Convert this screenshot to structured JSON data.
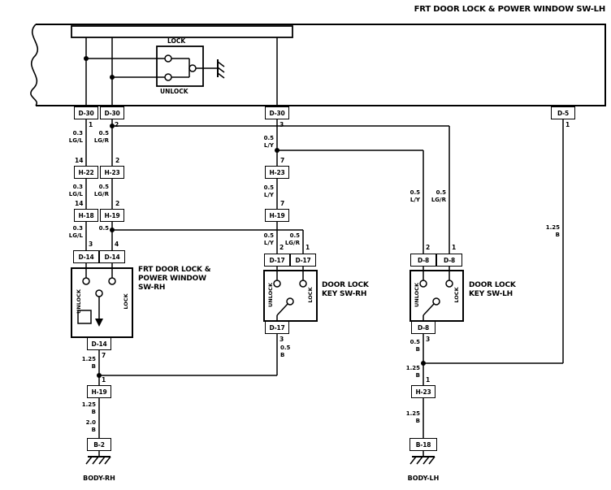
{
  "title": "FRT DOOR LOCK & POWER WINDOW SW-LH",
  "top_switch": {
    "lock_label": "LOCK",
    "unlock_label": "UNLOCK"
  },
  "connectors": {
    "d30_1": {
      "label": "D-30",
      "pin": "1"
    },
    "d30_2": {
      "label": "D-30",
      "pin": "2"
    },
    "d30_3": {
      "label": "D-30",
      "pin": "3"
    },
    "d5": {
      "label": "D-5",
      "pin": "1"
    },
    "h22": {
      "label": "H-22",
      "pin": "14"
    },
    "h23_a": {
      "label": "H-23",
      "pin": "2"
    },
    "h23_mid": {
      "label": "H-23",
      "pin": "7"
    },
    "h18": {
      "label": "H-18",
      "pin": "14"
    },
    "h19_a": {
      "label": "H-19",
      "pin": "2"
    },
    "h19_mid": {
      "label": "H-19",
      "pin": "7"
    },
    "d14_l": {
      "label": "D-14",
      "pin": "3"
    },
    "d14_r": {
      "label": "D-14",
      "pin": "4"
    },
    "d17_l": {
      "label": "D-17",
      "pin": "2"
    },
    "d17_r": {
      "label": "D-17",
      "pin": "1"
    },
    "d8_l": {
      "label": "D-8",
      "pin": "2"
    },
    "d8_r": {
      "label": "D-8",
      "pin": "1"
    },
    "d14_b": {
      "label": "D-14",
      "pin": "7"
    },
    "d17_b": {
      "label": "D-17",
      "pin": "3"
    },
    "d8_b": {
      "label": "D-8",
      "pin": "3"
    },
    "h19_b": {
      "label": "H-19",
      "pin": "1"
    },
    "h23_b": {
      "label": "H-23",
      "pin": "1"
    },
    "b2": {
      "label": "B-2"
    },
    "b18": {
      "label": "B-18"
    }
  },
  "wire_labels": {
    "l1": "0.3\nLG/L",
    "l2": "0.5\nLG/R",
    "l3": "0.3\nLG/L",
    "l4": "0.5\nLG/R",
    "l5": "0.3\nLG/L",
    "l6": "0.5",
    "m1": "0.5\nL/Y",
    "m2": "0.5\nL/Y",
    "m3": "0.5\nL/Y",
    "m4": "0.5\nLG/R",
    "m5": "0.5\nB",
    "r1": "0.5\nL/Y",
    "r2": "0.5\nLG/R",
    "r3": "0.5\nB",
    "r4": "1.25\nB",
    "r5": "1.25\nB",
    "d5w": "1.25\nB",
    "b1": "1.25\nB",
    "b2": "1.25\nB",
    "b3": "2.0\nB"
  },
  "components": {
    "sw_rh_name": "FRT DOOR LOCK &\nPOWER WINDOW\nSW-RH",
    "key_rh_name": "DOOR LOCK\nKEY SW-RH",
    "key_lh_name": "DOOR LOCK\nKEY SW-LH",
    "unlock_label": "UNLOCK",
    "lock_label": "LOCK"
  },
  "grounds": {
    "body_rh": "BODY-RH",
    "body_lh": "BODY-LH"
  }
}
